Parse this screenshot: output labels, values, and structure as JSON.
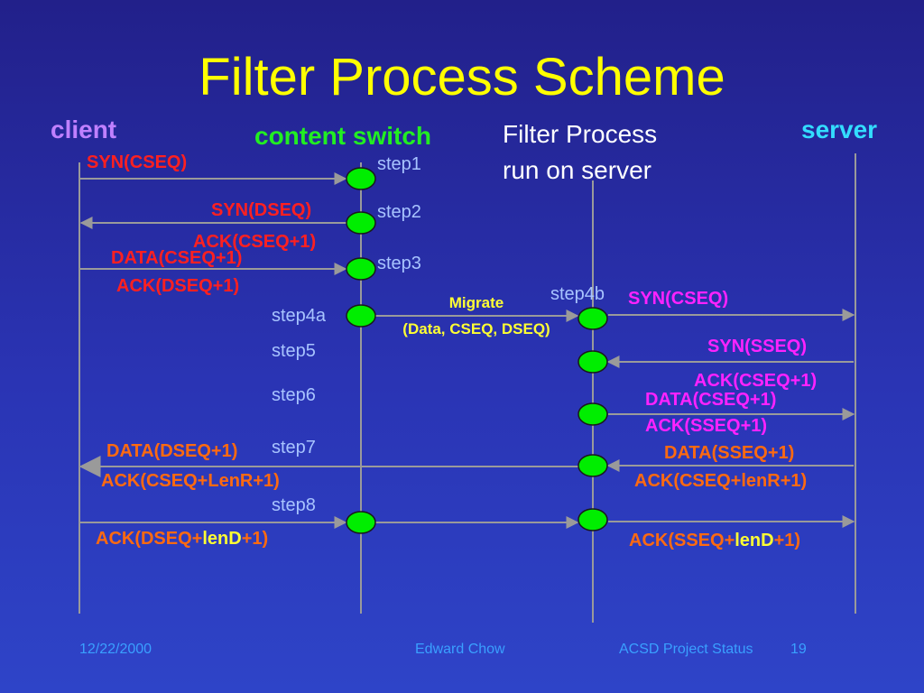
{
  "title": "Filter Process Scheme",
  "actors": {
    "client": "client",
    "content_switch": "content switch",
    "server": "server"
  },
  "note_lines": [
    "Filter Process",
    "run on server"
  ],
  "steps": {
    "step1": "step1",
    "step2": "step2",
    "step3": "step3",
    "step4a": "step4a",
    "step4b": "step4b",
    "step5": "step5",
    "step6": "step6",
    "step7": "step7",
    "step8": "step8"
  },
  "messages": {
    "m1": "SYN(CSEQ)",
    "m2": "SYN(DSEQ)",
    "m3": "ACK(CSEQ+1)",
    "m4": "DATA(CSEQ+1)",
    "m5": "ACK(DSEQ+1)",
    "m6": "SYN(CSEQ)",
    "m7": "SYN(SSEQ)",
    "m8": "ACK(CSEQ+1)",
    "m9": "DATA(CSEQ+1)",
    "m10": "ACK(SSEQ+1)",
    "m11": "DATA(DSEQ+1)",
    "m12": "ACK(CSEQ+LenR+1)",
    "m13": "DATA(SSEQ+1)",
    "m14": "ACK(CSEQ+lenR+1)",
    "m15_a": "ACK(DSEQ+",
    "m15_b": "lenD",
    "m15_c": "+1)",
    "m16_a": "ACK(SSEQ+",
    "m16_b": "lenD",
    "m16_c": "+1)"
  },
  "migrate": {
    "line1": "Migrate",
    "line2": "(Data, CSEQ, DSEQ)"
  },
  "footer": {
    "date": "12/22/2000",
    "author": "Edward Chow",
    "project": "ACSD Project Status",
    "page": "19"
  },
  "colors": {
    "title": "#ffff00",
    "client": "#c080ff",
    "content_switch": "#22ee22",
    "server": "#33ddff",
    "red": "#ff2020",
    "magenta": "#ff22ff",
    "orange": "#ff6a10",
    "yellow": "#ffff33",
    "node": "#00ee00"
  }
}
